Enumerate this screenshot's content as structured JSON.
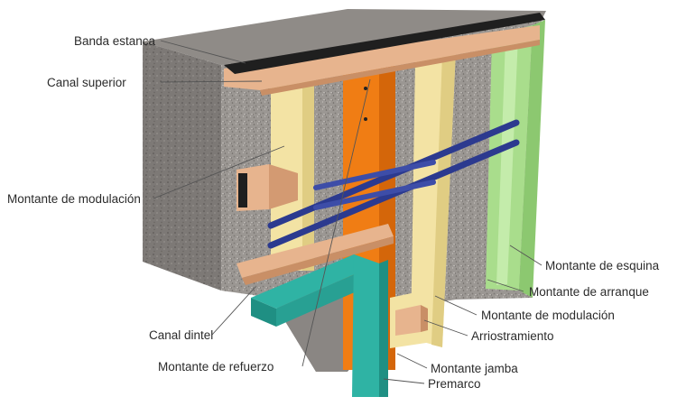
{
  "labels": {
    "banda_estanca": "Banda estanca",
    "canal_superior": "Canal superior",
    "montante_modulacion_left": "Montante de modulación",
    "canal_dintel": "Canal dintel",
    "montante_refuerzo": "Montante de refuerzo",
    "montante_esquina": "Montante de esquina",
    "montante_arranque": "Montante de arranque",
    "montante_modulacion_right": "Montante de modulación",
    "arriostramiento": "Arriostramiento",
    "montante_jamba": "Montante jamba",
    "premarco": "Premarco"
  },
  "colors": {
    "concrete": "#9a9591",
    "canal_superior": "#e7b48e",
    "banda_estanca": "#1f1f1f",
    "montante_modulacion": "#f3e3a4",
    "montante_refuerzo": "#f07d14",
    "premarco": "#2fb3a4",
    "montante_esquina": "#a9dd8c",
    "bracing_rod": "#2c3a8f"
  }
}
